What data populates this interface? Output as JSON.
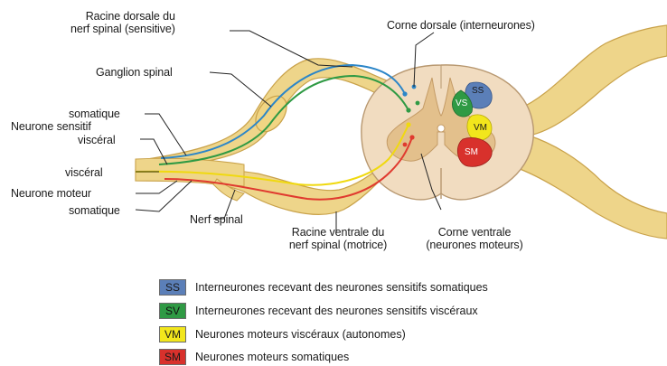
{
  "labels": {
    "racine_dorsale": [
      "Racine dorsale du",
      "nerf spinal (sensitive)"
    ],
    "ganglion": "Ganglion spinal",
    "somatique_top": "somatique",
    "neurone_sensitif": "Neurone sensitif",
    "visceral_top": "viscéral",
    "visceral_bottom": "viscéral",
    "neurone_moteur": "Neurone moteur",
    "somatique_bottom": "somatique",
    "nerf_spinal": "Nerf spinal",
    "racine_ventrale": [
      "Racine ventrale du",
      "nerf spinal (motrice)"
    ],
    "corne_ventrale": [
      "Corne ventrale",
      "(neurones moteurs)"
    ],
    "corne_dorsale": "Corne dorsale (interneurones)"
  },
  "zones": [
    "SS",
    "VS",
    "VM",
    "SM"
  ],
  "legend": [
    {
      "code": "SS",
      "text": "Interneurones recevant des neurones sensitifs somatiques",
      "color": "#5b7fb8"
    },
    {
      "code": "SV",
      "text": "Interneurones recevant des neurones sensitifs viscéraux",
      "color": "#2f9a44"
    },
    {
      "code": "VM",
      "text": "Neurones moteurs viscéraux (autonomes)",
      "color": "#f2e61c"
    },
    {
      "code": "SM",
      "text": "Neurones moteurs somatiques",
      "color": "#d8312c"
    }
  ],
  "colors": {
    "nerve": "#eed58a",
    "nerve_edge": "#c9a24a",
    "white_matter": "#f1dcc0",
    "gray_matter": "#e3c08c",
    "fiber_blue": "#2c86c8",
    "fiber_green": "#2f9a44",
    "fiber_yellow": "#f0d90f",
    "fiber_red": "#e03a2f"
  }
}
